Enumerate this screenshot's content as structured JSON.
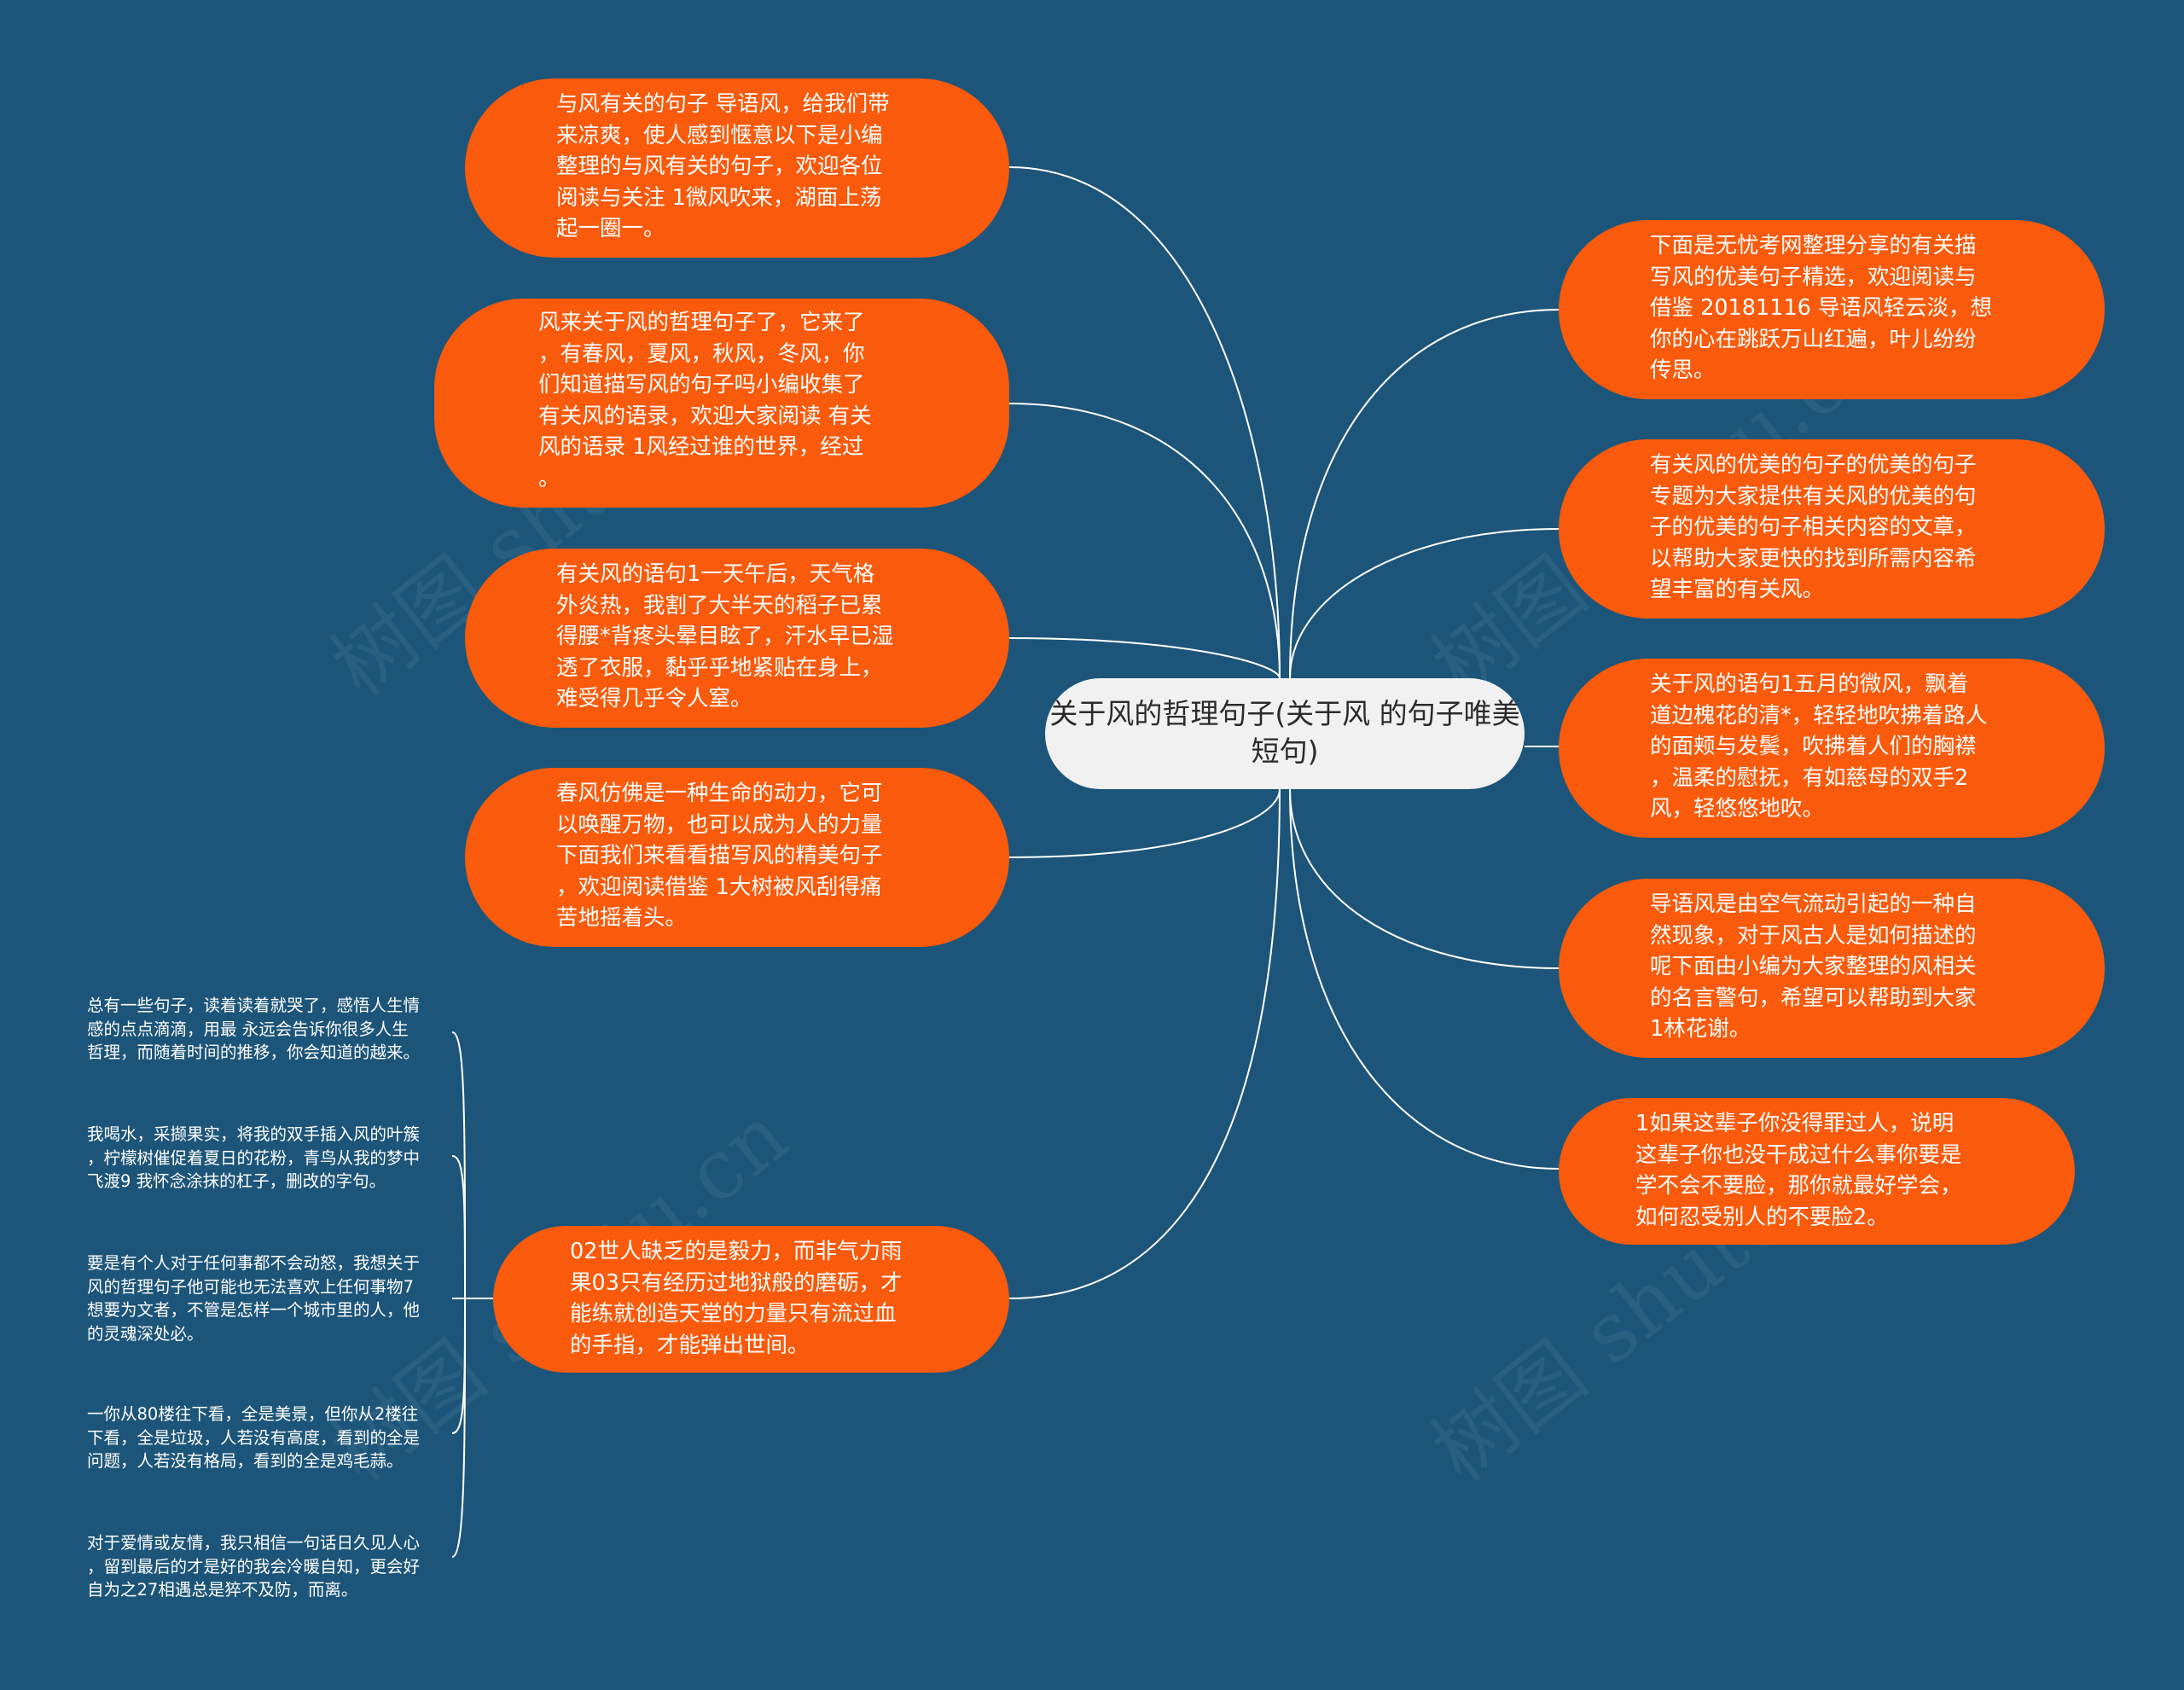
{
  "colors": {
    "background": "#1c5579",
    "node_fill": "#fa5a0b",
    "center_fill": "#f1f1f1",
    "link": "#ffffff"
  },
  "watermark": "树图 shutu.cn",
  "center": "关于风的哲理句子(关于风\n的句子唯美短句)",
  "left_nodes": [
    "与风有关的句子 导语风，给我们带\n来凉爽，使人感到惬意以下是小编\n整理的与风有关的句子，欢迎各位\n阅读与关注 1微风吹来，湖面上荡\n起一圈一。",
    "风来关于风的哲理句子了，它来了\n，有春风，夏风，秋风，冬风，你\n们知道描写风的句子吗小编收集了\n有关风的语录，欢迎大家阅读 有关\n风的语录 1风经过谁的世界，经过\n。",
    "有关风的语句1一天午后，天气格\n外炎热，我割了大半天的稻子已累\n得腰*背疼头晕目眩了，汗水早已湿\n透了衣服，黏乎乎地紧贴在身上，\n难受得几乎令人窒。",
    "春风仿佛是一种生命的动力，它可\n以唤醒万物，也可以成为人的力量\n下面我们来看看描写风的精美句子\n，欢迎阅读借鉴 1大树被风刮得痛\n苦地摇着头。",
    "02世人缺乏的是毅力，而非气力雨\n果03只有经历过地狱般的磨砺，才\n能练就创造天堂的力量只有流过血\n的手指，才能弹出世间。"
  ],
  "right_nodes": [
    "下面是无忧考网整理分享的有关描\n写风的优美句子精选，欢迎阅读与\n借鉴 20181116 导语风轻云淡，想\n你的心在跳跃万山红遍，叶儿纷纷\n传思。",
    "有关风的优美的句子的优美的句子\n专题为大家提供有关风的优美的句\n子的优美的句子相关内容的文章，\n以帮助大家更快的找到所需内容希\n望丰富的有关风。",
    "关于风的语句1五月的微风，飘着\n道边槐花的清*，轻轻地吹拂着路人\n的面颊与发鬓，吹拂着人们的胸襟\n，温柔的慰抚，有如慈母的双手2\n风，轻悠悠地吹。",
    "导语风是由空气流动引起的一种自\n然现象，对于风古人是如何描述的\n呢下面由小编为大家整理的风相关\n的名言警句，希望可以帮助到大家\n1林花谢。",
    "1如果这辈子你没得罪过人，说明\n这辈子你也没干成过什么事你要是\n学不会不要脸，那你就最好学会，\n如何忍受别人的不要脸2。"
  ],
  "leaf_nodes": [
    "总有一些句子，读着读着就哭了，感悟人生情\n感的点点滴滴，用最 永远会告诉你很多人生\n哲理，而随着时间的推移，你会知道的越来。",
    "我喝水，采撷果实，将我的双手插入风的叶簇\n，柠檬树催促着夏日的花粉，青鸟从我的梦中\n飞渡9 我怀念涂抹的杠子，删改的字句。",
    "要是有个人对于任何事都不会动怒，我想关于\n风的哲理句子他可能也无法喜欢上任何事物7\n想要为文者，不管是怎样一个城市里的人，他\n的灵魂深处必。",
    "一你从80楼往下看，全是美景，但你从2楼往\n下看，全是垃圾，人若没有高度，看到的全是\n问题，人若没有格局，看到的全是鸡毛蒜。",
    "对于爱情或友情，我只相信一句话日久见人心\n，留到最后的才是好的我会冷暖自知，更会好\n自为之27相遇总是猝不及防，而离。"
  ]
}
